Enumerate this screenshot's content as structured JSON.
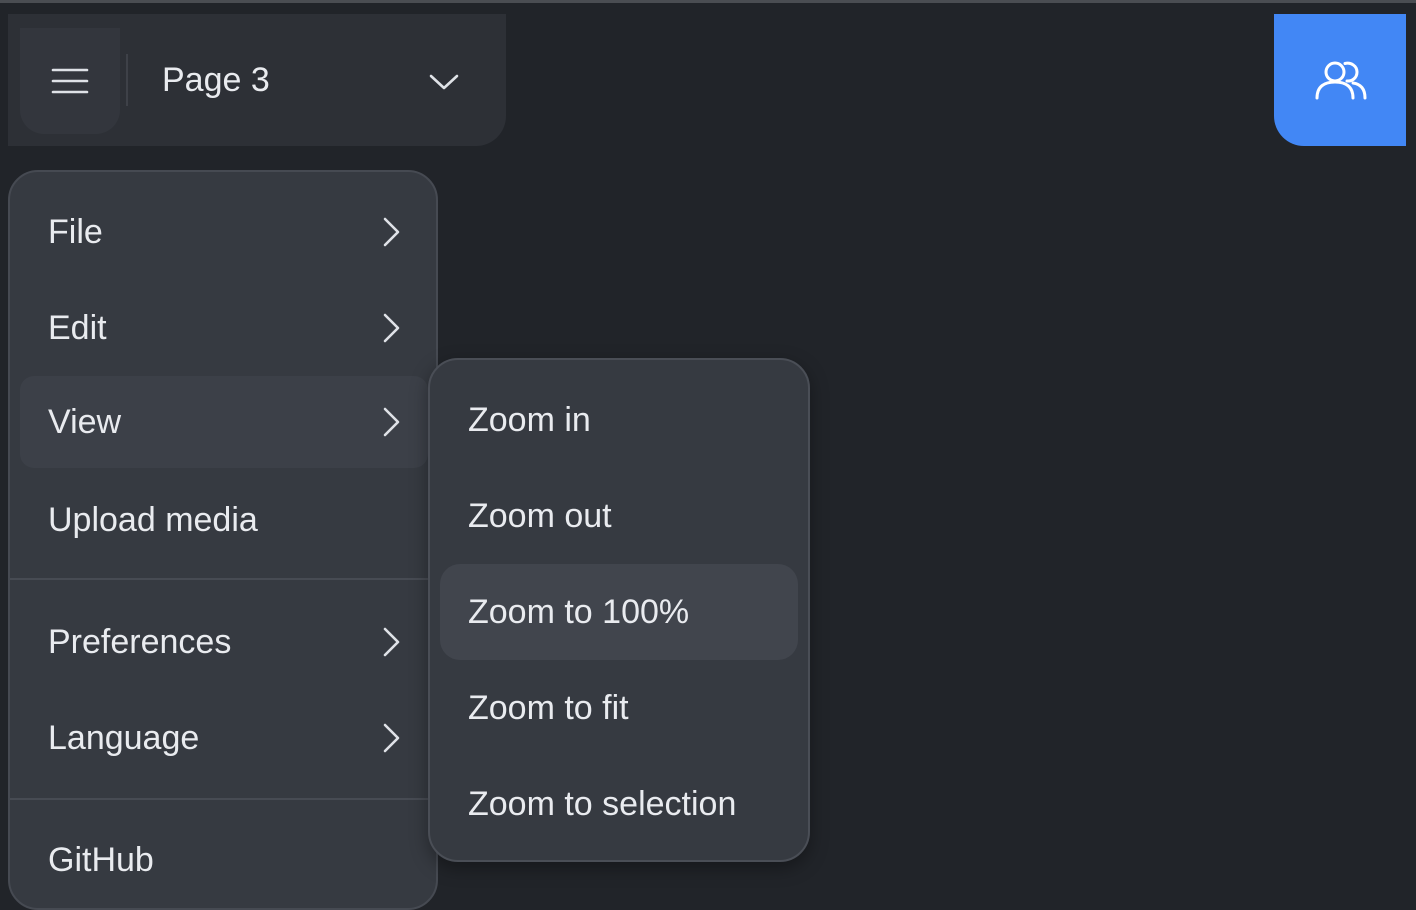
{
  "toolbar": {
    "page_title": "Page 3",
    "menu_icon": "hamburger-icon",
    "chevron_icon": "chevron-down-icon"
  },
  "collab": {
    "icon": "users-icon",
    "color": "#4287f5"
  },
  "main_menu": {
    "items": [
      {
        "label": "File",
        "has_submenu": true
      },
      {
        "label": "Edit",
        "has_submenu": true
      },
      {
        "label": "View",
        "has_submenu": true,
        "active": true
      },
      {
        "label": "Upload media",
        "has_submenu": false
      },
      {
        "label": "Preferences",
        "has_submenu": true
      },
      {
        "label": "Language",
        "has_submenu": true
      },
      {
        "label": "GitHub",
        "has_submenu": false
      }
    ]
  },
  "view_submenu": {
    "items": [
      {
        "label": "Zoom in"
      },
      {
        "label": "Zoom out"
      },
      {
        "label": "Zoom to 100%",
        "hovered": true
      },
      {
        "label": "Zoom to fit"
      },
      {
        "label": "Zoom to selection"
      }
    ]
  }
}
